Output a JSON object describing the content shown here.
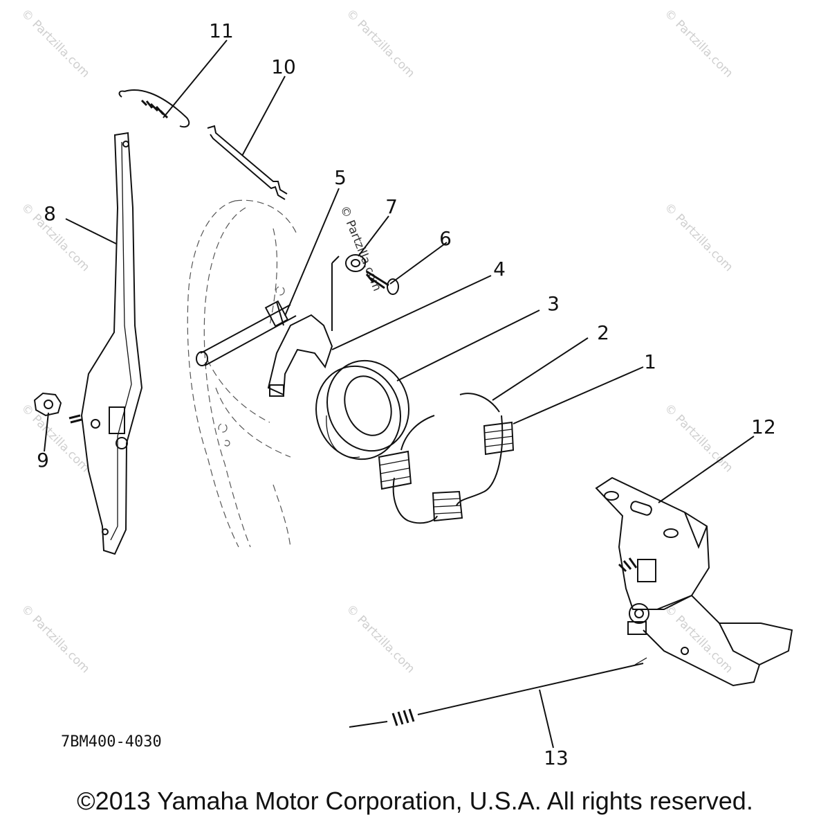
{
  "diagram": {
    "part_numbers": [
      "1",
      "2",
      "3",
      "4",
      "5",
      "6",
      "7",
      "8",
      "9",
      "10",
      "11",
      "12",
      "13"
    ],
    "drawing_code": "7BM400-4030",
    "watermark": "© Partzilla.com",
    "copyright": "©2013 Yamaha Motor Corporation, U.S.A. All rights reserved."
  }
}
